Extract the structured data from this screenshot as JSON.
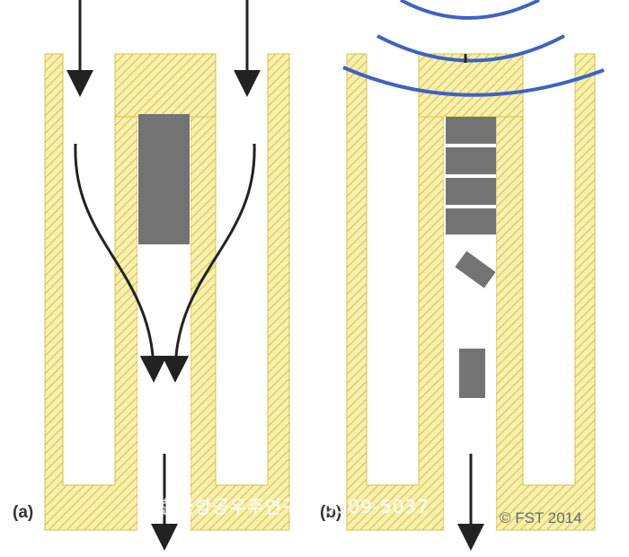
{
  "panels": {
    "a": {
      "label": "(a)"
    },
    "b": {
      "label": "(b)"
    }
  },
  "copyright": "© FST 2014",
  "watermark": "한국항공우주연구원 3509-5037",
  "colors": {
    "wall_fill": "#f7efae",
    "wall_hatch": "#d6c24a",
    "block": "#737373",
    "arrow": "#222222",
    "wave": "#3f62c2",
    "gap": "#ffffff"
  }
}
